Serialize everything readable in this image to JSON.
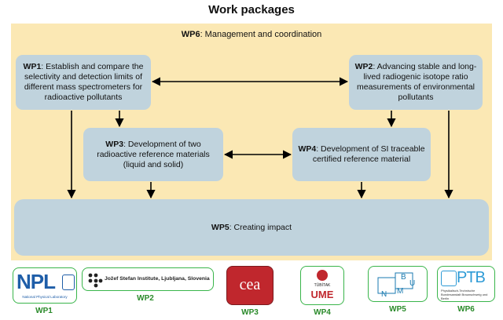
{
  "title": "Work packages",
  "wp6": {
    "bold": "WP6",
    "text": ": Management and coordination"
  },
  "wp1": {
    "bold": "WP1",
    "text": ": Establish and compare the selectivity and detection limits of different mass spectrometers for radioactive pollutants"
  },
  "wp2": {
    "bold": "WP2",
    "text": ": Advancing stable and long-lived radiogenic isotope ratio measurements of environmental pollutants"
  },
  "wp3": {
    "bold": "WP3",
    "text": ": Development of two radioactive reference materials (liquid and solid)"
  },
  "wp4": {
    "bold": "WP4",
    "text": ": Development of SI traceable certified reference material"
  },
  "wp5": {
    "bold": "WP5",
    "text": ": Creating impact"
  },
  "partners": [
    {
      "logo": "NPL",
      "sub": "National Physical Laboratory",
      "label": "WP1"
    },
    {
      "logo": "Jožef Stefan Institute, Ljubljana, Slovenia",
      "label": "WP2"
    },
    {
      "logo": "cea",
      "label": "WP3"
    },
    {
      "logo_top": "TÜBİTAK",
      "logo": "UME",
      "label": "WP4"
    },
    {
      "letters": [
        "B",
        "U",
        "N",
        "M"
      ],
      "label": "WP5"
    },
    {
      "logo": "PTB",
      "sub": "Physikalisch-Technische Bundesanstalt Braunschweig und Berlin",
      "label": "WP6"
    }
  ],
  "colors": {
    "panel": "#fbe8b4",
    "box": "#c0d3dd",
    "logo_border": "#39b54a",
    "cea_red": "#c0272d",
    "npl_blue": "#1f5ea8",
    "ptb_blue": "#2e9bd6"
  }
}
